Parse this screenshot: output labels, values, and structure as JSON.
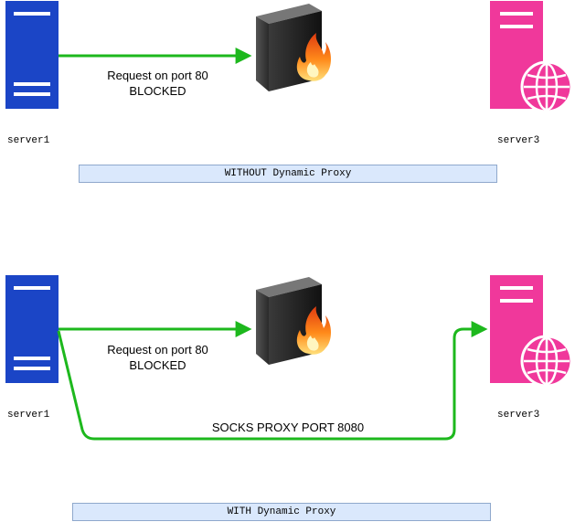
{
  "colors": {
    "client_server": "#1b45c6",
    "target_server": "#f0389b",
    "arrow": "#1db81d",
    "banner_fill": "#dae8fc",
    "banner_border": "#8fa8cc"
  },
  "icons": {
    "source": "server-icon",
    "firewall": "firewall-icon",
    "destination": "web-server-icon"
  },
  "top": {
    "source_label": "server1",
    "target_label": "server3",
    "edge_label_line1": "Request on port 80",
    "edge_label_line2": "BLOCKED",
    "banner": "WITHOUT Dynamic Proxy"
  },
  "bottom": {
    "source_label": "server1",
    "target_label": "server3",
    "edge_label_line1": "Request on port 80",
    "edge_label_line2": "BLOCKED",
    "proxy_label": "SOCKS PROXY PORT 8080",
    "banner": "WITH Dynamic Proxy"
  }
}
